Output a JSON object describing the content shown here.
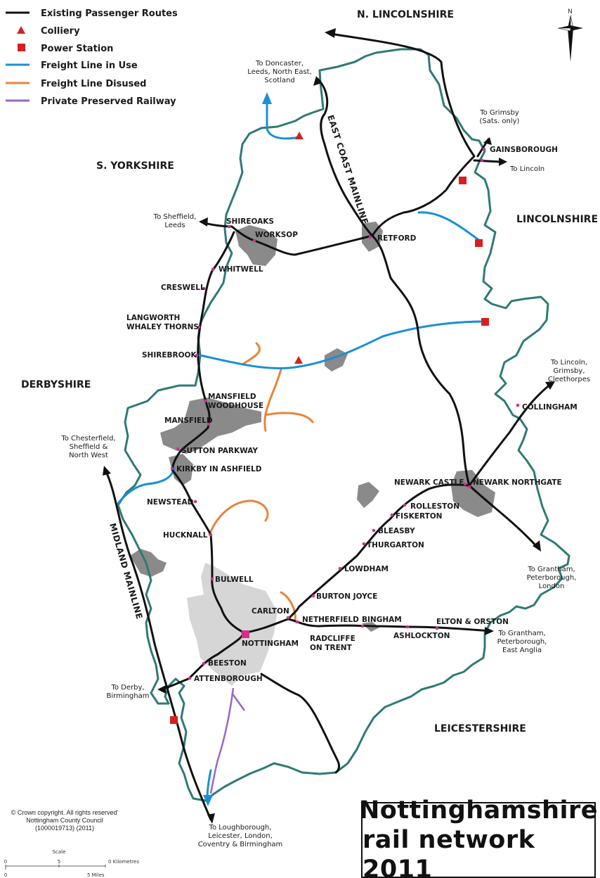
{
  "legend": {
    "items": [
      {
        "label": "Existing Passenger Routes",
        "color": "#111111",
        "symbol": "line"
      },
      {
        "label": "Colliery",
        "color": "#d62020",
        "symbol": "triangle"
      },
      {
        "label": "Power Station",
        "color": "#d62020",
        "symbol": "square"
      },
      {
        "label": "Freight Line in Use",
        "color": "#1a8fd6",
        "symbol": "line"
      },
      {
        "label": "Freight Line Disused",
        "color": "#e8843a",
        "symbol": "line"
      },
      {
        "label": "Private Preserved Railway",
        "color": "#9966cc",
        "symbol": "line"
      }
    ]
  },
  "north_label": "N",
  "counties": {
    "n_lincolnshire": "N. LINCOLNSHIRE",
    "s_yorkshire": "S. YORKSHIRE",
    "lincolnshire": "LINCOLNSHIRE",
    "derbyshire": "DERBYSHIRE",
    "leicestershire": "LEICESTERSHIRE"
  },
  "main_lines": {
    "east_coast": "EAST COAST MAINLINE",
    "midland": "MIDLAND MAINLINE"
  },
  "stations": {
    "shireoaks": "SHIREOAKS",
    "worksop": "WORKSOP",
    "whitwell": "WHITWELL",
    "creswell": "CRESWELL",
    "langworth_1": "LANGWORTH",
    "langworth_2": "WHALEY THORNS",
    "shirebrook": "SHIREBROOK",
    "mansfield_woodhouse_1": "MANSFIELD",
    "mansfield_woodhouse_2": "WOODHOUSE",
    "mansfield": "MANSFIELD",
    "sutton_parkway": "SUTTON PARKWAY",
    "kirkby": "KIRKBY IN ASHFIELD",
    "newstead": "NEWSTEAD",
    "hucknall": "HUCKNALL",
    "bulwell": "BULWELL",
    "nottingham": "NOTTINGHAM",
    "carlton": "CARLTON",
    "netherfield": "NETHERFIELD",
    "burton_joyce": "BURTON JOYCE",
    "lowdham": "LOWDHAM",
    "thurgarton": "THURGARTON",
    "bleasby": "BLEASBY",
    "fiskerton": "FISKERTON",
    "rolleston": "ROLLESTON",
    "newark_castle": "NEWARK CASTLE",
    "newark_northgate": "NEWARK NORTHGATE",
    "collingham": "COLLINGHAM",
    "retford": "RETFORD",
    "gainsborough": "GAINSBOROUGH",
    "beeston": "BEESTON",
    "attenborough": "ATTENBOROUGH",
    "bingham": "BINGHAM",
    "radcliffe_1": "RADCLIFFE",
    "radcliffe_2": "ON TRENT",
    "ashlockton": "ASHLOCKTON",
    "elton_orston": "ELTON & ORSTON"
  },
  "destinations": {
    "doncaster": [
      "To Doncaster,",
      "Leeds, North East,",
      "Scotland"
    ],
    "grimsby_sats": [
      "To Grimsby",
      "(Sats. only)"
    ],
    "lincoln": [
      "To Lincoln"
    ],
    "sheffield": [
      "To Sheffield,",
      "Leeds"
    ],
    "lincoln_grimsby": [
      "To Lincoln,",
      "Grimsby,",
      "Cleethorpes"
    ],
    "chesterfield": [
      "To Chesterfield,",
      "Sheffield &",
      "North West"
    ],
    "grantham_london": [
      "To Grantham,",
      "Peterborough,",
      "London"
    ],
    "grantham_ea": [
      "To Grantham,",
      "Peterborough,",
      "East Anglia"
    ],
    "derby": [
      "To Derby,",
      "Birmingham"
    ],
    "loughborough": [
      "To Loughborough,",
      "Leicester, London,",
      "Coventry & Birmingham"
    ]
  },
  "copyright": [
    "© Crown copyright. All rights reserved'",
    "Nottingham County Council",
    "(1000019713) (2011)"
  ],
  "scale": {
    "title": "Scale",
    "km_label": "0 Kilometres",
    "mi_label": "5 Miles",
    "zero": "0",
    "five": "5"
  },
  "title": {
    "line1": "Nottinghamshire",
    "line2": "rail network 2011"
  },
  "colors": {
    "boundary": "#2f7a74",
    "passenger": "#111111",
    "freight_in_use": "#1a8fd6",
    "freight_disused": "#e8843a",
    "preserved": "#9966cc",
    "marker": "#d62020",
    "station": "#d0308a",
    "urban": "#8a8a8a",
    "urban_light": "#d6d6d6"
  }
}
